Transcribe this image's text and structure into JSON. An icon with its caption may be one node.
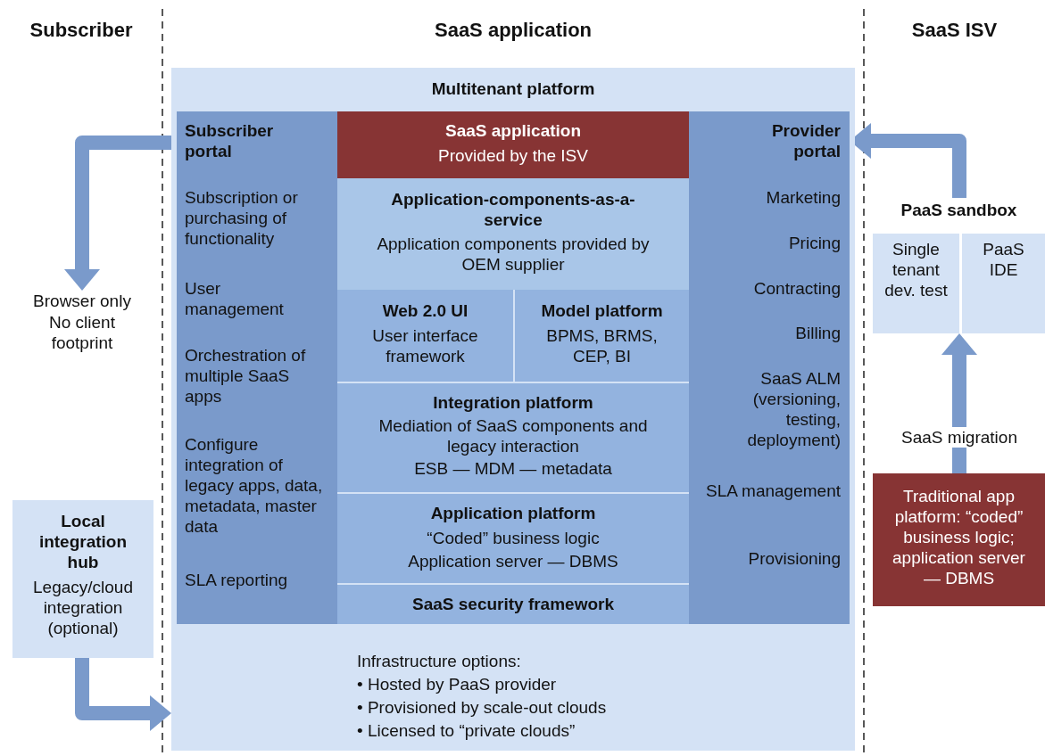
{
  "diagram": {
    "nodes": [
      {
        "text": [
          "Multitenant platform",
          "Infrastructure options:",
          "• Hosted by PaaS provider",
          "• Provisioned by scale-out clouds",
          "• Licensed to “private clouds”"
        ]
      },
      {
        "text": [
          "Subscriber portal",
          "Subscription or purchasing of functionality",
          "User management",
          "Orchestration of multiple SaaS apps",
          "Configure integration of legacy apps, data, metadata, master data",
          "SLA reporting"
        ],
        "in": 0
      },
      {
        "text": [
          "SaaS application",
          "Provided by the ISV"
        ],
        "in": 0
      },
      {
        "text": [
          "Application-components-as-a-service",
          "Application components provided by OEM supplier"
        ],
        "in": 0
      },
      {
        "text": [
          "Web 2.0 UI",
          "User interface framework"
        ],
        "in": 0
      },
      {
        "text": [
          "Model platform",
          "BPMS, BRMS, CEP, BI"
        ],
        "in": 0
      },
      {
        "text": [
          "Integration platform",
          "Mediation of SaaS components and legacy interaction",
          "ESB — MDM — metadata"
        ],
        "in": 0
      },
      {
        "text": [
          "Application platform",
          "“Coded” business logic",
          "Application server — DBMS"
        ],
        "in": 0
      },
      {
        "text": [
          "SaaS security framework"
        ],
        "in": 0
      },
      {
        "text": [
          "Provider portal",
          "Marketing",
          "Pricing",
          "Contracting",
          "Billing",
          "SaaS ALM (versioning, testing, deployment)",
          "SLA management",
          "Provisioning"
        ],
        "in": 0
      },
      {
        "text": [
          "Browser only",
          "No client footprint"
        ]
      },
      {
        "text": [
          "Local integration hub",
          "Legacy/cloud integration (optional)"
        ]
      },
      {
        "text": [
          "PaaS sandbox"
        ]
      },
      {
        "text": [
          "Single tenant dev. test"
        ],
        "in": 12
      },
      {
        "text": [
          "PaaS IDE"
        ],
        "in": 12
      },
      {
        "text": [
          "Traditional app platform: “coded” business logic; application server — DBMS"
        ]
      }
    ],
    "edges": [
      {
        "from": 1,
        "to": 10,
        "arrow": "to"
      },
      {
        "from": 11,
        "to": 0,
        "arrow": "to"
      },
      {
        "from": 12,
        "to": 9,
        "arrow": "to"
      },
      {
        "from": 15,
        "to": 12,
        "arrow": "to",
        "label": "SaaS migration"
      }
    ],
    "labels": [
      "Subscriber",
      "SaaS application",
      "SaaS ISV"
    ]
  }
}
